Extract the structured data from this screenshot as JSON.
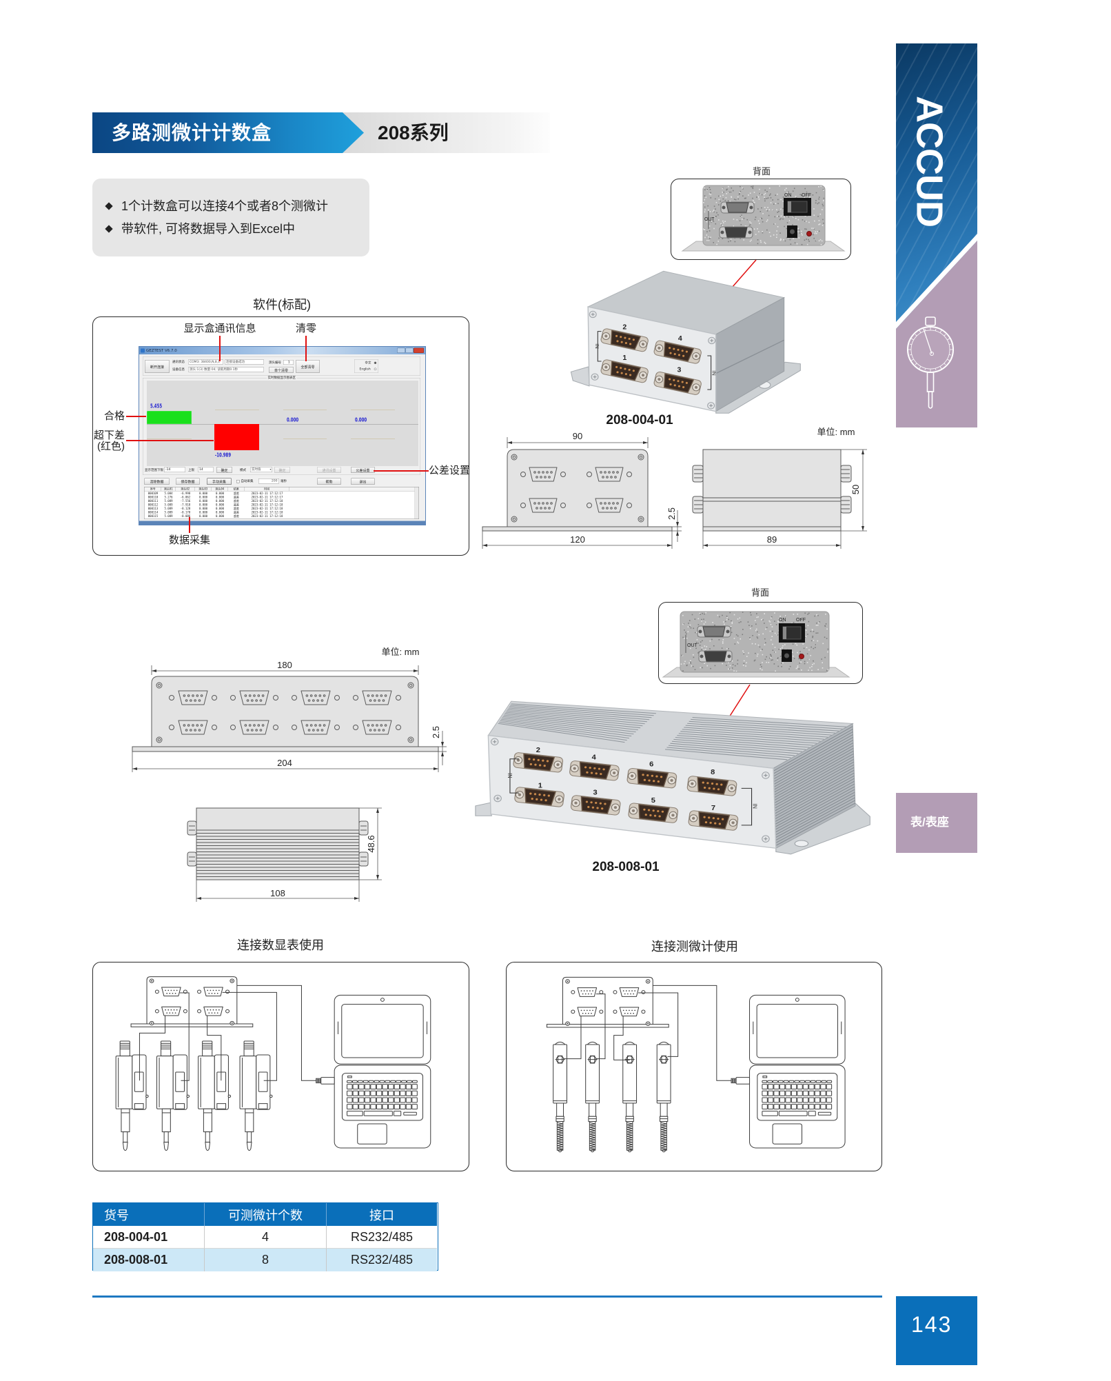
{
  "theme": {
    "brand_blue": "#0a6fba",
    "category_purple": "#b39db5",
    "callout_red": "#e01010",
    "table_alt_row": "#cde8f7"
  },
  "header": {
    "title": "多路测微计计数盒",
    "series": "208系列"
  },
  "features": [
    "1个计数盒可以连接4个或者8个测微计",
    "带软件, 可将数据导入到Excel中"
  ],
  "sidebar": {
    "logo": "ACCUD",
    "category_tab": "表/表座"
  },
  "software": {
    "section_title": "软件(标配)",
    "callouts": {
      "comm_info": "显示盒通讯信息",
      "zero": "清零",
      "pass": "合格",
      "under_limit": "超下差",
      "under_limit_note": "(红色)",
      "tolerance_setting": "公差设置",
      "data_collection": "数据采集"
    },
    "window": {
      "title": "GEZTEST V6.7.0",
      "toolbar": {
        "disconnect": "断开连接",
        "comm_status_label": "通讯状态",
        "comm_status_value": "COM3: 38400,N,8,1",
        "connection_message": "连接设备成功",
        "device_info_label": "设备信息",
        "device_info_value": "测头:1(3)  数量:04;  读取周期0.1秒",
        "probe_no_label": "测头编号",
        "probe_no_value": "1",
        "zero_single": "单个清零",
        "zero_all": "全部清零",
        "lang_zh": "中文",
        "lang_en": "English"
      },
      "chart": {
        "caption": "实时数据显示图表区",
        "channels": [
          {
            "value": "5.455",
            "status": "pass"
          },
          {
            "value": "-10.989",
            "status": "below_lower_limit"
          },
          {
            "value": "0.000",
            "status": "idle"
          },
          {
            "value": "0.000",
            "status": "idle"
          }
        ],
        "range_lower_label": "显示范围下限",
        "range_lower": "-14",
        "range_upper_label": "上限",
        "range_upper": "14",
        "confirm": "确定",
        "mode_label": "模式",
        "mode_value": "实时值",
        "mode_confirm": "确定",
        "comm_settings": "通讯设置",
        "tolerance_settings": "公差设置"
      },
      "actions": {
        "clear": "清除数据",
        "save": "保存数据",
        "manual": "手动采集",
        "auto_label": "自动采集",
        "auto_interval": "200",
        "auto_unit": "毫秒",
        "help": "帮助",
        "exit": "退出"
      },
      "table": {
        "columns": [
          "序号",
          "测头01",
          "测头02",
          "测头03",
          "测头04",
          "结果",
          "时间"
        ],
        "rows": [
          [
            "000109",
            "5.084",
            "-6.998",
            "0.000",
            "0.000",
            "超差",
            "2023-02-11 17:12:17"
          ],
          [
            "000110",
            "5.276",
            "-6.062",
            "0.000",
            "0.000",
            "超差",
            "2023-02-11 17:12:17"
          ],
          [
            "000111",
            "5.089",
            "-7.556",
            "0.000",
            "0.000",
            "超差",
            "2023-02-11 17:12:18"
          ],
          [
            "000112",
            "5.089",
            "-7.918",
            "0.000",
            "0.000",
            "超差",
            "2023-02-11 17:12:18"
          ],
          [
            "000113",
            "5.089",
            "-8.128",
            "0.000",
            "0.000",
            "超差",
            "2023-02-11 17:12:18"
          ],
          [
            "000114",
            "5.089",
            "-8.178",
            "0.000",
            "0.000",
            "超差",
            "2023-02-11 17:12:18"
          ],
          [
            "000115",
            "5.089",
            "-8.086",
            "0.000",
            "0.000",
            "超差",
            "2023-02-11 17:12:18"
          ]
        ]
      }
    }
  },
  "products": [
    {
      "model": "208-004-01",
      "rear_label": "背面",
      "rear_panel": {
        "out": "OUT",
        "on": "ON",
        "off": "OFF"
      },
      "ports": [
        "1",
        "2",
        "3",
        "4"
      ],
      "in_label": "IN",
      "dimensions": {
        "unit": "单位: mm",
        "front_width": "90",
        "base_width": "120",
        "base_thickness": "2.5",
        "height": "50",
        "depth": "89"
      }
    },
    {
      "model": "208-008-01",
      "rear_label": "背面",
      "rear_panel": {
        "out": "OUT",
        "on": "ON",
        "off": "OFF"
      },
      "ports": [
        "1",
        "2",
        "3",
        "4",
        "5",
        "6",
        "7",
        "8"
      ],
      "in_label": "IN",
      "dimensions": {
        "unit": "单位: mm",
        "front_width": "180",
        "base_width": "204",
        "base_thickness": "2.5",
        "height": "48.6",
        "depth": "108"
      }
    }
  ],
  "diagrams": [
    {
      "title": "连接数显表使用"
    },
    {
      "title": "连接测微计使用"
    }
  ],
  "spec_table": {
    "columns": [
      "货号",
      "可测微计个数",
      "接口"
    ],
    "rows": [
      [
        "208-004-01",
        "4",
        "RS232/485"
      ],
      [
        "208-008-01",
        "8",
        "RS232/485"
      ]
    ]
  },
  "page": {
    "number": "143"
  }
}
